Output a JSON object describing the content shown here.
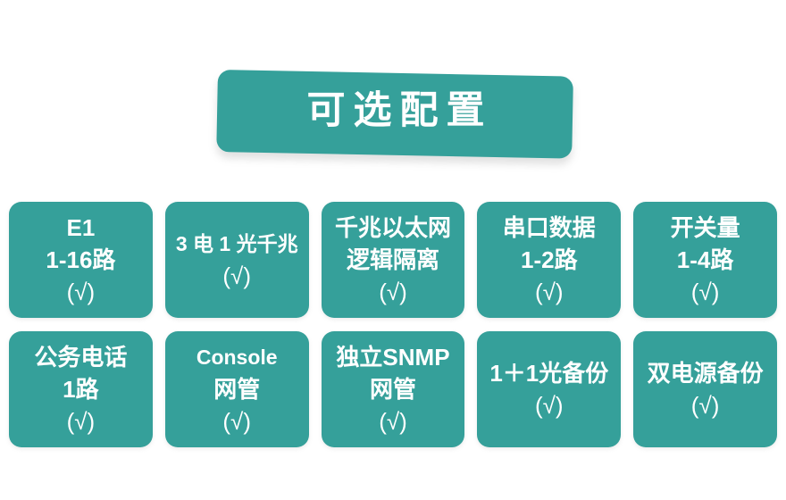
{
  "banner": {
    "title": "可选配置",
    "color": "#35a09a",
    "text_color": "#ffffff"
  },
  "theme": {
    "card_color": "#35a09a",
    "text_color": "#ffffff",
    "background": "#ffffff"
  },
  "grid": {
    "rows": [
      {
        "cards": [
          {
            "lines": [
              "E1",
              "1-16路",
              "(√)"
            ]
          },
          {
            "lines": [
              "3 电 1 光千兆",
              "(√)"
            ]
          },
          {
            "lines": [
              "千兆以太网",
              "逻辑隔离",
              "(√)"
            ]
          },
          {
            "lines": [
              "串口数据",
              "1-2路",
              "(√)"
            ]
          },
          {
            "lines": [
              "开关量",
              "1-4路",
              "(√)"
            ]
          }
        ]
      },
      {
        "cards": [
          {
            "lines": [
              "公务电话",
              "1路",
              "(√)"
            ]
          },
          {
            "lines": [
              "Console",
              "网管",
              "(√)"
            ]
          },
          {
            "lines": [
              "独立SNMP",
              "网管",
              "(√)"
            ]
          },
          {
            "lines": [
              "1＋1光备份",
              "(√)"
            ]
          },
          {
            "lines": [
              "双电源备份",
              "(√)"
            ]
          }
        ]
      }
    ]
  }
}
